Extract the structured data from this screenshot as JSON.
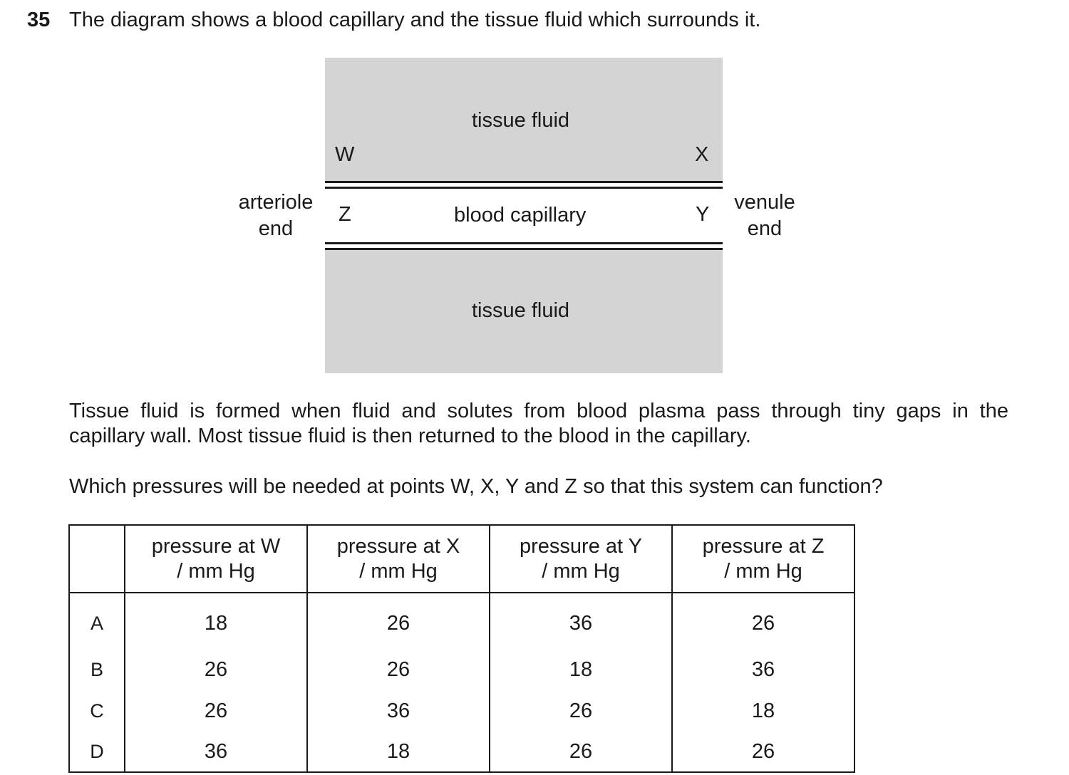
{
  "question": {
    "number": "35",
    "stem": "The diagram shows a blood capillary and the tissue fluid which surrounds it.",
    "paragraph_lines": [
      "Tissue fluid is formed when fluid and solutes from blood plasma pass through tiny gaps in the",
      "capillary wall. Most tissue fluid is then returned to the blood in the capillary."
    ],
    "prompt": "Which pressures will be needed at points W, X, Y and Z so that this system can function?"
  },
  "diagram": {
    "tissue_fluid_top": "tissue fluid",
    "tissue_fluid_bottom": "tissue fluid",
    "capillary": "blood capillary",
    "point_w": "W",
    "point_x": "X",
    "point_y": "Y",
    "point_z": "Z",
    "arteriole_end": [
      "arteriole",
      "end"
    ],
    "venule_end": [
      "venule",
      "end"
    ],
    "colors": {
      "tissue_fluid": "#d4d4d4",
      "wall": "#1a1a1a"
    }
  },
  "table": {
    "headers": [
      [
        "pressure at W",
        "/ mm Hg"
      ],
      [
        "pressure at X",
        "/ mm Hg"
      ],
      [
        "pressure at Y",
        "/ mm Hg"
      ],
      [
        "pressure at Z",
        "/ mm Hg"
      ]
    ],
    "rows": [
      {
        "option": "A",
        "values": [
          "18",
          "26",
          "36",
          "26"
        ]
      },
      {
        "option": "B",
        "values": [
          "26",
          "26",
          "18",
          "36"
        ]
      },
      {
        "option": "C",
        "values": [
          "26",
          "36",
          "26",
          "18"
        ]
      },
      {
        "option": "D",
        "values": [
          "36",
          "18",
          "26",
          "26"
        ]
      }
    ]
  }
}
